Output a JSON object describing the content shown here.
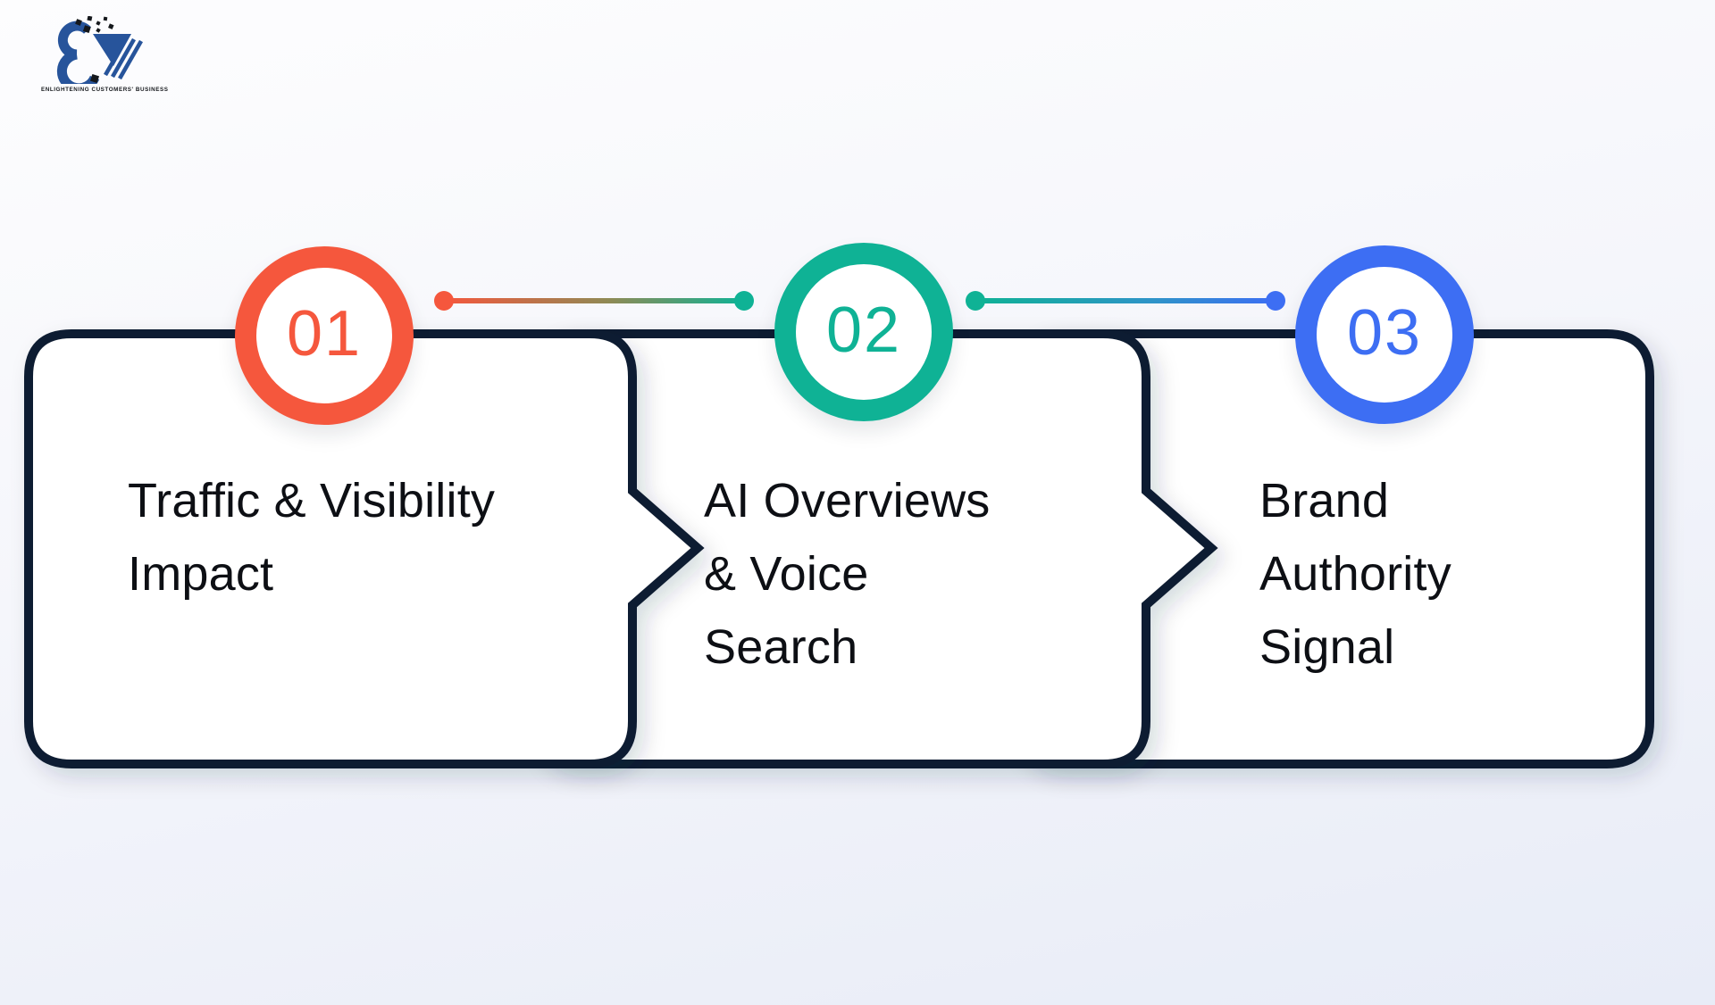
{
  "logo": {
    "tagline": "ENLIGHTENING CUSTOMERS' BUSINESS",
    "brand_color": "#27549b"
  },
  "colors": {
    "card_border": "#111d30",
    "card_fill": "#ffffff",
    "background_top": "#fdfdfe",
    "background_bottom": "#e8ecf7",
    "title_text": "#0d0f14"
  },
  "steps": [
    {
      "number": "01",
      "color": "#f5573d",
      "title": "Traffic & Visibility Impact",
      "lines": [
        "Traffic & Visibility",
        "Impact"
      ]
    },
    {
      "number": "02",
      "color": "#0fb295",
      "title": "AI Overviews & Voice Search",
      "lines": [
        "AI Overviews",
        "& Voice",
        "Search"
      ]
    },
    {
      "number": "03",
      "color": "#3d6ef3",
      "title": "Brand Authority Signal",
      "lines": [
        "Brand",
        "Authority",
        "Signal"
      ]
    }
  ]
}
